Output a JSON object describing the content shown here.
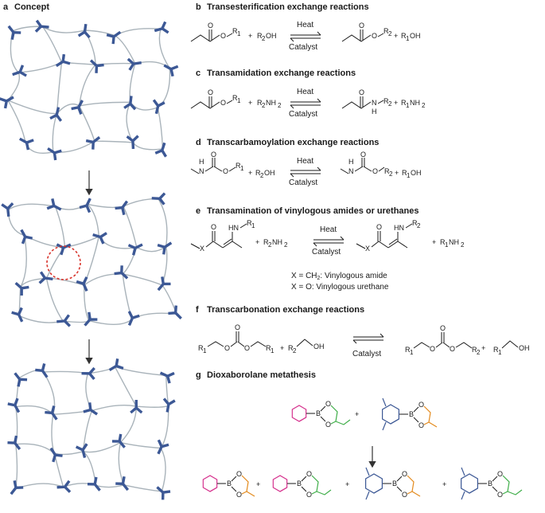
{
  "panel_a": {
    "letter": "a",
    "title": "Concept"
  },
  "panel_b": {
    "letter": "b",
    "title": "Transesterification exchange reactions",
    "heat": "Heat",
    "catalyst": "Catalyst",
    "r_o1": "O",
    "r_o2": "O",
    "r_sub": "R",
    "r_sub_n": "1",
    "plus1": "+",
    "reagent": "R",
    "reagent_n": "2",
    "reagent_tail": "OH",
    "p_o1": "O",
    "p_o2": "O",
    "p_sub": "R",
    "p_sub_n": "2",
    "plus2": "+",
    "byprod": "R",
    "byprod_n": "1",
    "byprod_tail": "OH"
  },
  "panel_c": {
    "letter": "c",
    "title": "Transamidation exchange reactions",
    "heat": "Heat",
    "catalyst": "Catalyst",
    "r_o1": "O",
    "r_o2": "O",
    "r_sub": "R",
    "r_sub_n": "1",
    "plus1": "+",
    "reagent": "R",
    "reagent_n": "2",
    "reagent_tail": "NH",
    "reagent_tail_n": "2",
    "p_o1": "O",
    "p_n": "N",
    "p_h": "H",
    "p_sub": "R",
    "p_sub_n": "2",
    "plus2": "+",
    "byprod": "R",
    "byprod_n": "1",
    "byprod_tail": "NH",
    "byprod_tail_n": "2"
  },
  "panel_d": {
    "letter": "d",
    "title": "Transcarbamoylation exchange reactions",
    "heat": "Heat",
    "catalyst": "Catalyst",
    "r_h": "H",
    "r_n": "N",
    "r_o1": "O",
    "r_o2": "O",
    "r_sub": "R",
    "r_sub_n": "1",
    "plus1": "+",
    "reagent": "R",
    "reagent_n": "2",
    "reagent_tail": "OH",
    "p_h": "H",
    "p_n": "N",
    "p_o1": "O",
    "p_o2": "O",
    "p_sub": "R",
    "p_sub_n": "2",
    "plus2": "+",
    "byprod": "R",
    "byprod_n": "1",
    "byprod_tail": "OH"
  },
  "panel_e": {
    "letter": "e",
    "title": "Transamination of vinylogous amides or urethanes",
    "heat": "Heat",
    "catalyst": "Catalyst",
    "r_x": "X",
    "r_o": "O",
    "r_hn": "HN",
    "r_sub": "R",
    "r_sub_n": "1",
    "plus1": "+",
    "reagent": "R",
    "reagent_n": "2",
    "reagent_tail": "NH",
    "reagent_tail_n": "2",
    "p_x": "X",
    "p_o": "O",
    "p_hn": "HN",
    "p_sub": "R",
    "p_sub_n": "2",
    "plus2": "+",
    "byprod": "R",
    "byprod_n": "1",
    "byprod_tail": "NH",
    "byprod_tail_n": "2",
    "note1_a": "X = CH",
    "note1_sub": "2",
    "note1_b": ": Vinylogous amide",
    "note2": "X = O: Vinylogous urethane"
  },
  "panel_f": {
    "letter": "f",
    "title": "Transcarbonation exchange reactions",
    "catalyst": "Catalyst",
    "r1a": "R",
    "r1a_n": "1",
    "r1b": "R",
    "r1b_n": "1",
    "r_o1": "O",
    "r_o2": "O",
    "r_o3": "O",
    "plus1": "+",
    "reagent": "R",
    "reagent_n": "2",
    "reagent_tail": "OH",
    "p_r1": "R",
    "p_r1_n": "1",
    "p_r2": "R",
    "p_r2_n": "2",
    "p_o1": "O",
    "p_o2": "O",
    "p_o3": "O",
    "plus2": "+",
    "byprod": "R",
    "byprod_n": "1",
    "byprod_tail": "OH"
  },
  "panel_g": {
    "letter": "g",
    "title": "Dioxaborolane metathesis",
    "atom_b": "B",
    "atom_o": "O",
    "plus": "+"
  },
  "colors": {
    "crosslinker": "#3c5895",
    "chain": "#a9b3ba",
    "highlight": "#d8342c",
    "phenyl": "#d6348f",
    "ethyl": "#3fae49",
    "methyl": "#e38a1d"
  }
}
